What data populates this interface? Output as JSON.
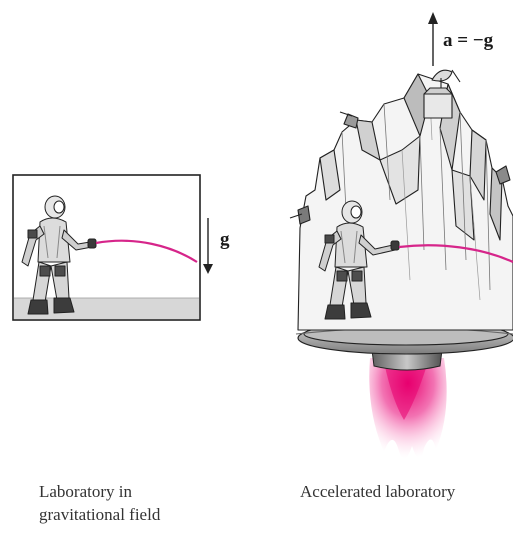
{
  "left_panel": {
    "caption_line1": "Laboratory in",
    "caption_line2": "gravitational field",
    "arrow_label": "g"
  },
  "right_panel": {
    "caption": "Accelerated laboratory",
    "arrow_label": "a = −g"
  },
  "colors": {
    "trajectory": "#d6258a",
    "exhaust": "#f05aa5",
    "floor": "#d7d7d7",
    "outline": "#222222"
  }
}
